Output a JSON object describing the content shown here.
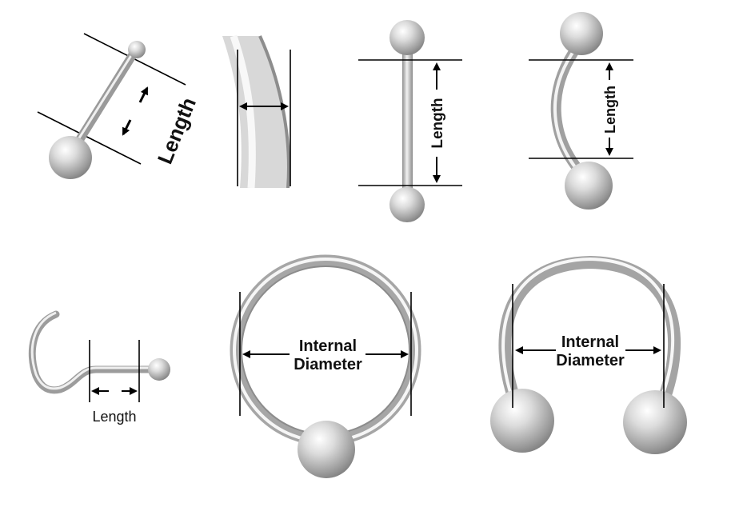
{
  "labels": {
    "length": "Length",
    "internal": "Internal",
    "diameter": "Diameter"
  },
  "colors": {
    "metal_light": "#f4f4f4",
    "metal_mid": "#c9c9c9",
    "metal_dark": "#8a8a8a",
    "line": "#000000"
  }
}
